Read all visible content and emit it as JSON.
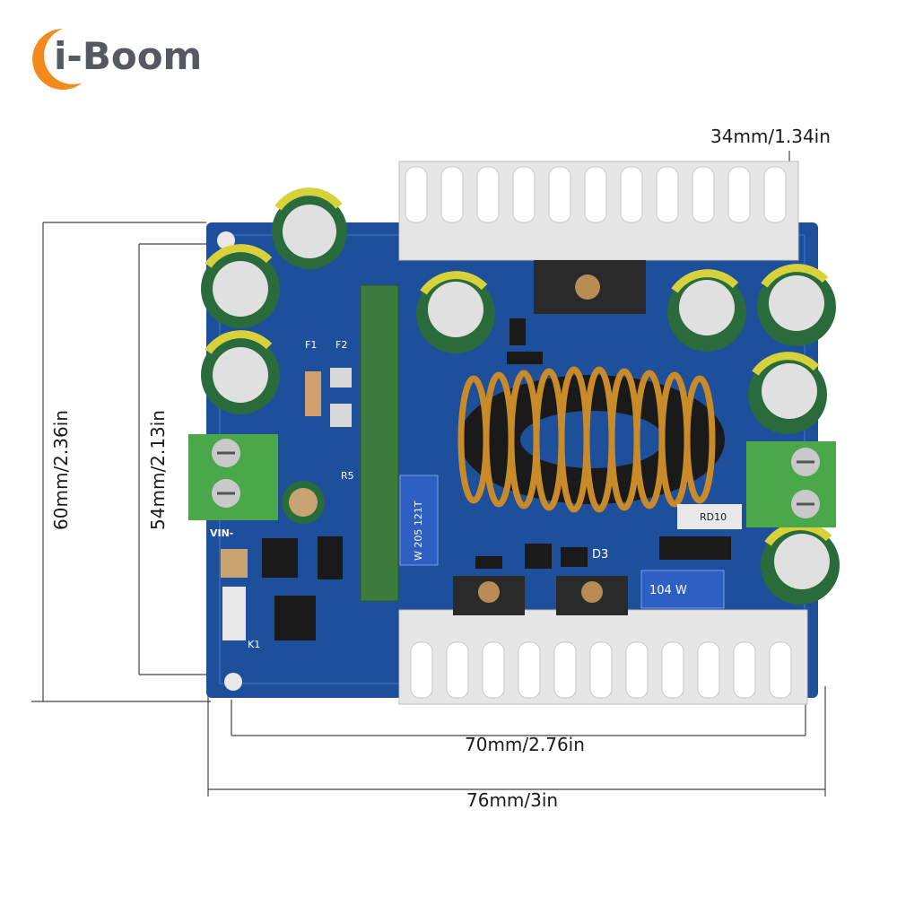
{
  "brand": {
    "name": "i-Boom",
    "colors": {
      "accent": "#f28a1e",
      "text": "#555a62"
    }
  },
  "dimensions": {
    "heatsink_width": "34mm/1.34in",
    "board_height_outer": "60mm/2.36in",
    "board_height_inner": "54mm/2.13in",
    "hole_spacing_width": "70mm/2.76in",
    "board_width": "76mm/3in"
  },
  "pcb_labels": {
    "f1": "F1",
    "f2": "F2",
    "vin": "VIN-",
    "k1": "K1",
    "r5": "R5",
    "rd10": "RD10",
    "d3": "D3",
    "pot": "104 W",
    "trimmer": "W 205 121T"
  },
  "colors": {
    "pcb": "#1d4f9a",
    "heatsink": "#e6e6e6",
    "capacitor": "#2a6b3c",
    "copper": "#c98a2a",
    "terminal": "#4aa84a"
  }
}
